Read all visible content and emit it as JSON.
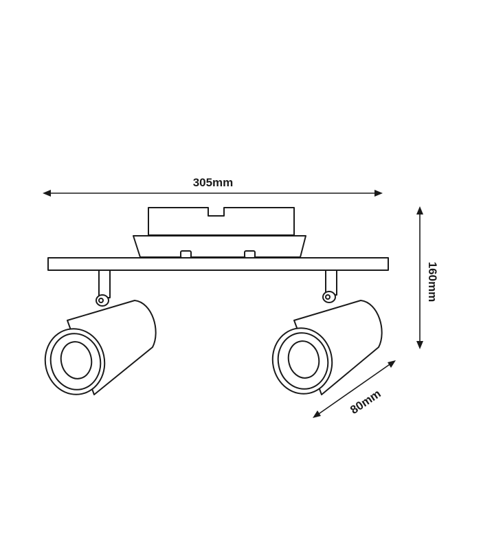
{
  "dimensions": {
    "width": {
      "label": "305mm"
    },
    "height": {
      "label": "160mm"
    },
    "depth": {
      "label": "80mm"
    }
  },
  "colors": {
    "line": "#1a1a1a",
    "background": "#ffffff"
  }
}
